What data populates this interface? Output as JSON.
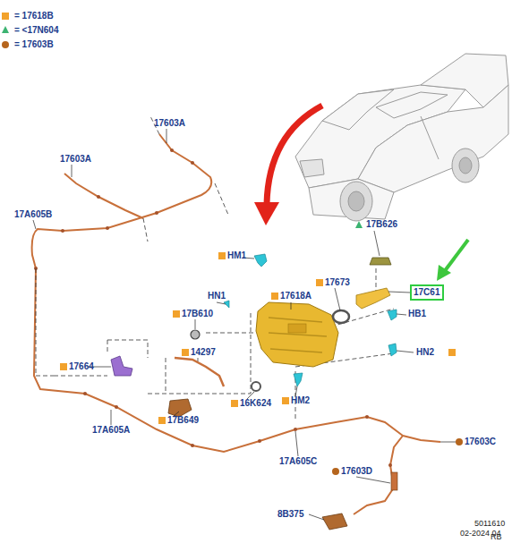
{
  "diagram": {
    "nodes": [
      {
        "text": [
          "17C61"
        ]
      }
    ],
    "labels": [
      "17603A",
      "17603A",
      "17A605B",
      "HM1",
      "17618A",
      "17673",
      "17B626",
      "HN1",
      "17B610",
      "HB1",
      "14297",
      "17664",
      "HN2",
      "17B649",
      "16K624",
      "HM2",
      "17A605A",
      "17A605C",
      "17603C",
      "17603D",
      "8B375",
      "5011610",
      "02-2024 04",
      "RB"
    ],
    "legend": [
      {
        "text": "= 17618B",
        "color": "#f2a22c"
      },
      {
        "text": "= <17N604"
      },
      {
        "text": "= 17603B"
      }
    ]
  }
}
